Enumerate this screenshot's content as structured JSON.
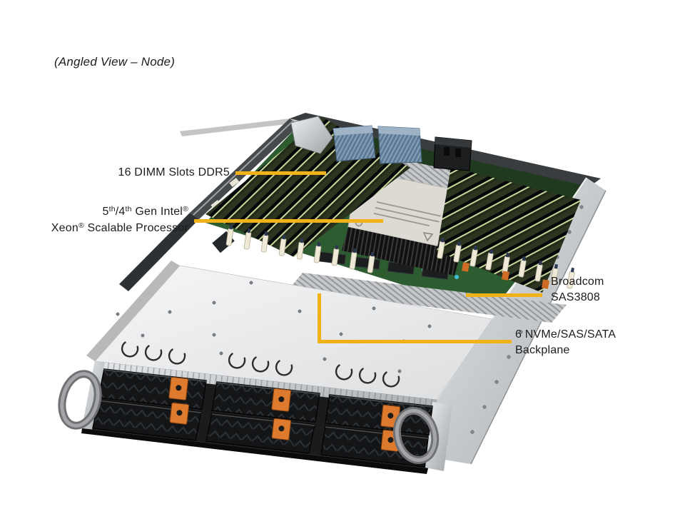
{
  "colors": {
    "callout": "#F1B119",
    "label_text": "#1C1C1C",
    "pcb_green": "#2E5C31",
    "chassis_silver": "#D9DBDD",
    "drive_tray_black": "#141517",
    "latch_orange": "#DD7A2E"
  },
  "labels": {
    "caption": "(Angled View – Node)",
    "dimm_slots": "16 DIMM Slots DDR5",
    "cpu_gen_prefix": "5",
    "cpu_sup_th1": "th",
    "cpu_gen_mid": "/4",
    "cpu_sup_th2": "th",
    "cpu_gen_suffix": " Gen Intel",
    "cpu_sup_reg1": "®",
    "cpu_brand": "Xeon",
    "cpu_sup_reg2": "®",
    "cpu_brand_suffix": " Scalable Processor",
    "controller_line1": "Broadcom",
    "controller_line2": "SAS3808",
    "backplane_line1": "6 NVMe/SAS/SATA",
    "backplane_line2": "Backplane"
  }
}
